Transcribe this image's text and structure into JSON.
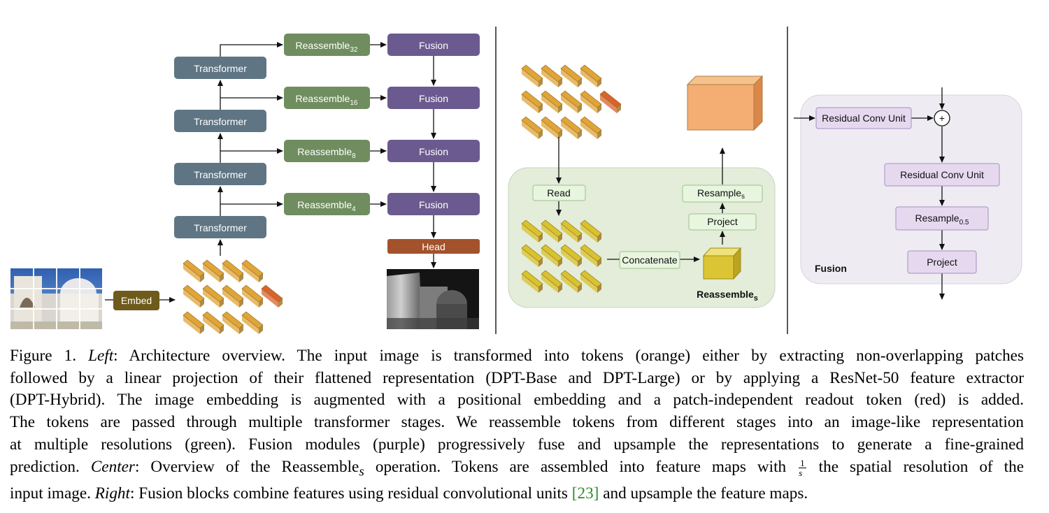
{
  "left": {
    "transformer_label": "Transformer",
    "reassemble_base": "Reassemble",
    "reassemble_subs": [
      "32",
      "16",
      "8",
      "4"
    ],
    "fusion_label": "Fusion",
    "head_label": "Head",
    "embed_label": "Embed"
  },
  "center": {
    "read_label": "Read",
    "concatenate_label": "Concatenate",
    "project_label": "Project",
    "resample_base": "Resample",
    "resample_sub": "s",
    "title_base": "Reassemble",
    "title_sub": "s"
  },
  "right": {
    "rcu1_label": "Residual Conv Unit",
    "rcu2_label": "Residual Conv Unit",
    "plus_symbol": "+",
    "resample_base": "Resample",
    "resample_sub": "0.5",
    "project_label": "Project",
    "title": "Fusion"
  },
  "colors": {
    "transformer": "#5f7584",
    "reassemble": "#6f8d5e",
    "fusion": "#6b5a8f",
    "head": "#a3522c",
    "embed": "#6e5b1c",
    "token_orange": "#e0a438",
    "token_red": "#d9622d",
    "token_yellow": "#d9c22e",
    "green_box": "#e5f3dd",
    "purple_box": "#e8dcef"
  },
  "caption": {
    "fig_label": "Figure 1.",
    "left_word": "Left",
    "p1": ": Architecture overview. The input image is transformed into tokens (orange) either by extracting non-overlapping patches",
    "p2": "followed by a linear projection of their flattened representation (DPT-Base and DPT-Large) or by applying a ResNet-50 feature extractor",
    "p3": "(DPT-Hybrid). The image embedding is augmented with a positional embedding and a patch-independent readout token (red) is added.",
    "p4": "The tokens are passed through multiple transformer stages. We reassemble tokens from different stages into an image-like representation",
    "p5": "at multiple resolutions (green). Fusion modules (purple) progressively fuse and upsample the representations to generate a fine-grained",
    "p6a": "prediction.",
    "center_word": "Center",
    "p6b": ": Overview of the Reassemble",
    "p6c": "s",
    "p6d": " operation. Tokens are assembled into feature maps with",
    "frac_num": "1",
    "frac_den": "s",
    "p6e": "the spatial resolution of the",
    "p7a": "input image.",
    "right_word": "Right",
    "p7b": ": Fusion blocks combine features using residual convolutional units",
    "ref": "[23]",
    "p7c": "and upsample the feature maps."
  }
}
